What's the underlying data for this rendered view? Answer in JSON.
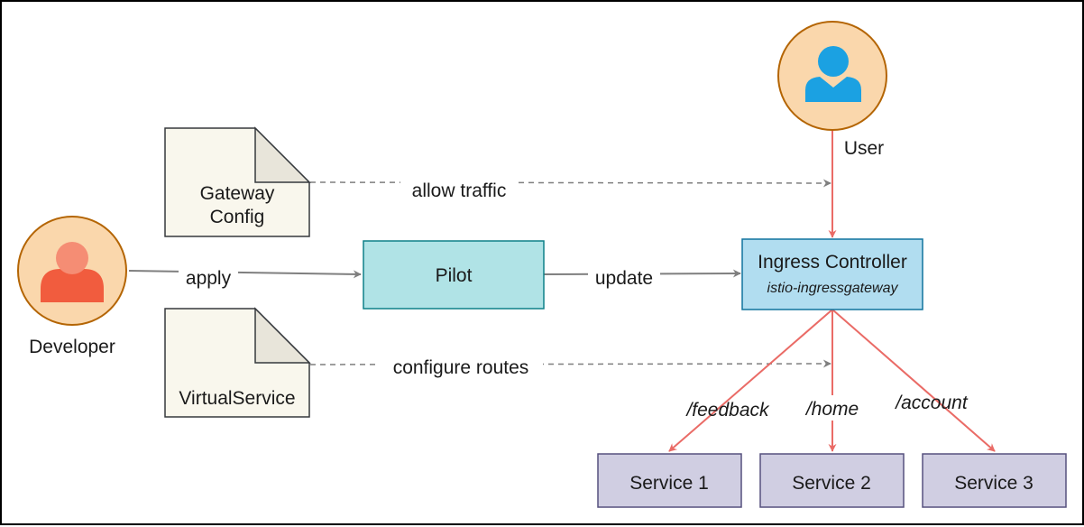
{
  "actors": {
    "user": {
      "label": "User"
    },
    "developer": {
      "label": "Developer"
    }
  },
  "documents": {
    "gateway_config": {
      "lines": [
        "Gateway",
        "Config"
      ]
    },
    "virtual_service": {
      "label": "VirtualService"
    }
  },
  "nodes": {
    "pilot": {
      "label": "Pilot"
    },
    "ingress": {
      "title": "Ingress Controller",
      "subtitle": "istio-ingressgateway"
    },
    "services": [
      "Service 1",
      "Service 2",
      "Service 3"
    ]
  },
  "edges": {
    "allow_traffic": "allow traffic",
    "apply": "apply",
    "update": "update",
    "configure_routes": "configure routes",
    "routes": [
      "/feedback",
      "/home",
      "/account"
    ]
  },
  "colors": {
    "person_circle_fill": "#fad7ac",
    "person_circle_stroke": "#b46504",
    "user_icon": "#1ba1e2",
    "developer_icon": "#f15c3e",
    "developer_icon_head": "#f58d74",
    "document_fill": "#f9f7ed",
    "pilot_fill": "#b0e3e6",
    "pilot_stroke": "#0e8088",
    "ingress_fill": "#b1ddf0",
    "ingress_stroke": "#10739e",
    "service_fill": "#d0cee2",
    "service_stroke": "#56517e",
    "red_edge": "#ea6b66",
    "gray_edge": "#7f7f7f"
  }
}
